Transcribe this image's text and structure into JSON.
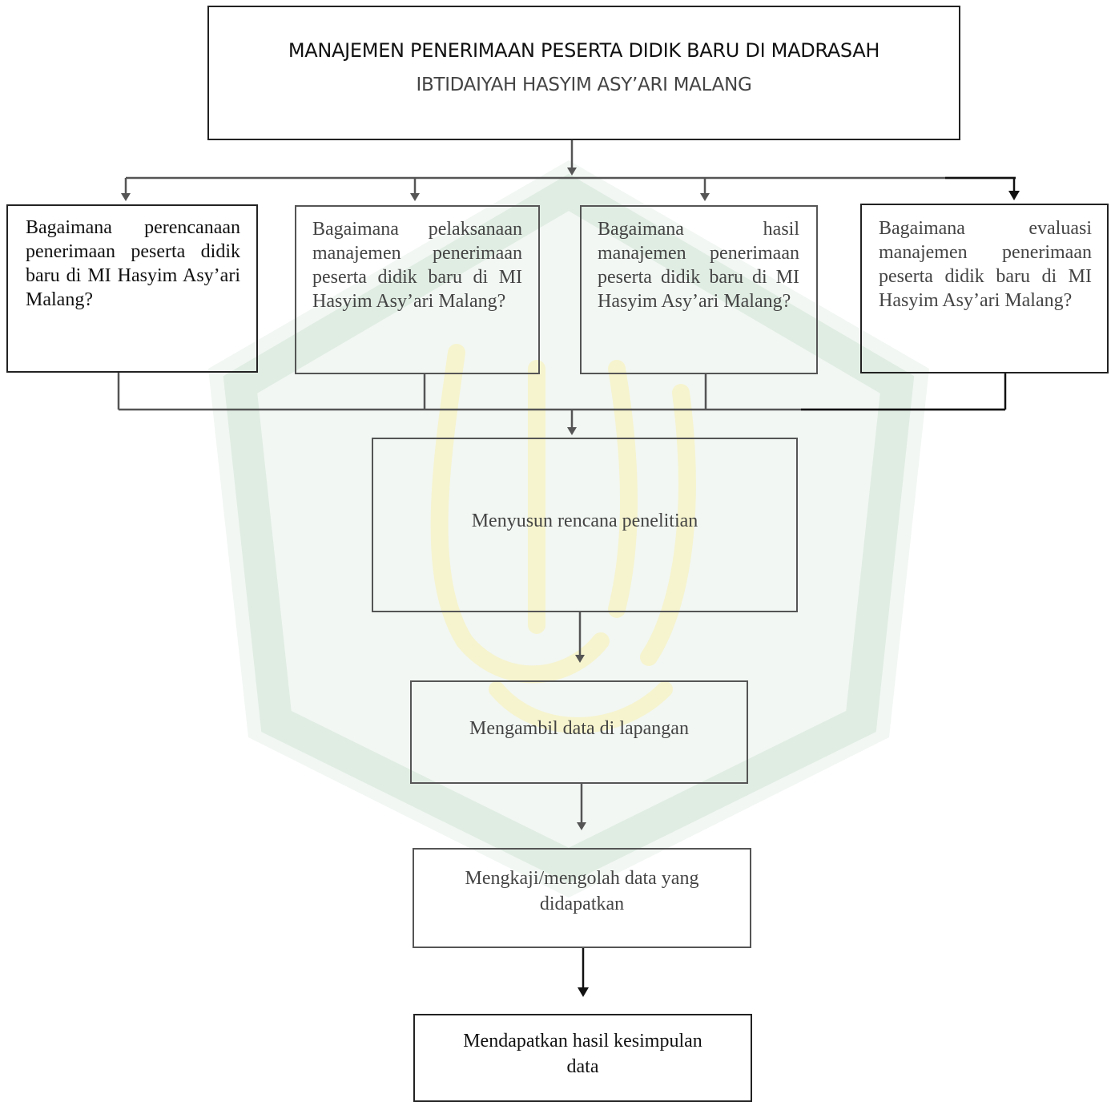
{
  "title": {
    "line1": "MANAJEMEN PENERIMAAN PESERTA DIDIK BARU DI MADRASAH",
    "line2": "IBTIDAIYAH HASYIM ASY’ARI MALANG"
  },
  "questions": [
    {
      "text": "Bagaimana perencanaan penerimaan peserta didik baru di MI Hasyim Asy’ari Malang?"
    },
    {
      "text": "Bagaimana pelaksanaan manajemen penerimaan peserta didik baru di MI Hasyim Asy’ari Malang?"
    },
    {
      "text": "Bagaimana hasil manajemen penerimaan peserta didik baru di MI Hasyim Asy’ari Malang?"
    },
    {
      "text": "Bagaimana evaluasi manajemen penerimaan peserta didik baru di MI Hasyim Asy’ari Malang?"
    }
  ],
  "steps": [
    {
      "text": "Menyusun rencana penelitian"
    },
    {
      "text": "Mengambil data di lapangan"
    },
    {
      "text": "Mengkaji/mengolah data yang didapatkan"
    },
    {
      "text": "Mendapatkan hasil kesimpulan data"
    }
  ],
  "colors": {
    "border_dark": "#222222",
    "border_gray": "#555555",
    "arrow_gray": "#555555",
    "watermark_green": "#cfe3d3",
    "watermark_yellow": "#f3efb0"
  }
}
